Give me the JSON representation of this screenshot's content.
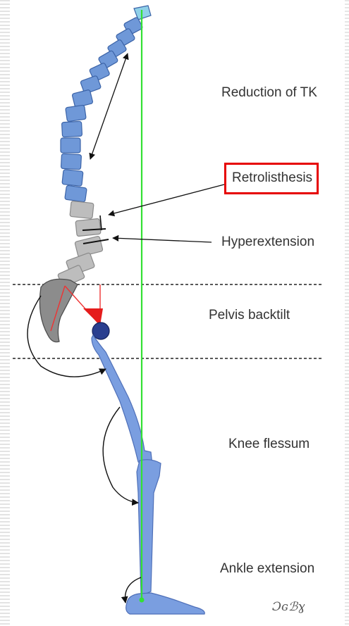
{
  "labels": {
    "reduction_tk": "Reduction of TK",
    "retrolisthesis": "Retrolisthesis",
    "hyperextension": "Hyperextension",
    "pelvis_backtilt": "Pelvis backtilt",
    "knee_flessum": "Knee flessum",
    "ankle_extension": "Ankle extension"
  },
  "signature": "Ɔɢℬɣ",
  "colors": {
    "vertebra_fill": "#6f98d8",
    "vertebra_stroke": "#3c64a8",
    "lumbar_fill": "#bdbdbd",
    "bone_fill": "#7a9ee0",
    "plumb_line": "#33e033",
    "highlight_box": "#e60000",
    "pelvis_lines": "#ee3333",
    "femoral_head": "#2a3f8f"
  }
}
